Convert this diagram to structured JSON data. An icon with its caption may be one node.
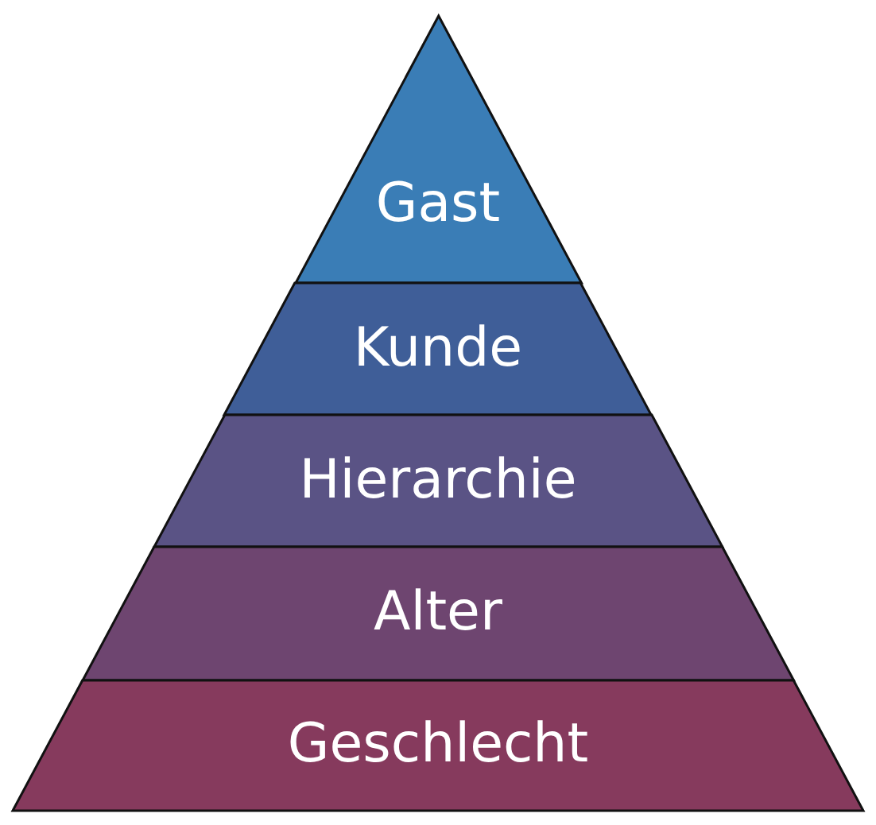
{
  "diagram": {
    "nodes": [
      {
        "text": [
          "Gast"
        ]
      },
      {
        "text": [
          "Kunde"
        ]
      },
      {
        "text": [
          "Hierarchie"
        ]
      },
      {
        "text": [
          "Alter"
        ]
      },
      {
        "text": [
          "Geschlecht"
        ]
      }
    ]
  }
}
